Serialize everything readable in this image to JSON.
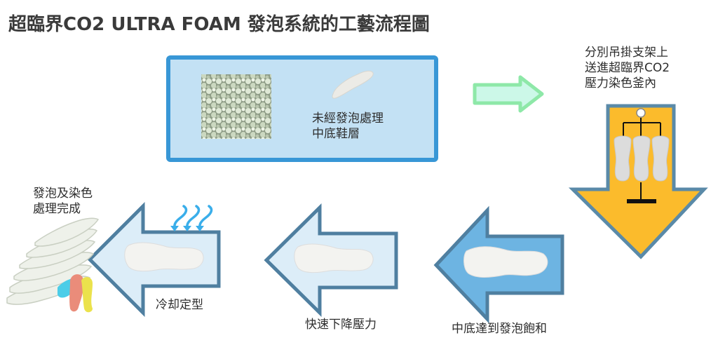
{
  "title": "超臨界CO2 ULTRA FOAM 發泡系統的工藝流程圖",
  "colors": {
    "step1_fill": "#c3e1f4",
    "step1_border": "#3897d6",
    "green_arrow_fill": "#ccf8e8",
    "green_arrow_border": "#8ee8a8",
    "yellow_arrow_fill": "#fbbb2c",
    "yellow_arrow_border": "#5a8aa8",
    "saturation_arrow_fill": "#6db4e2",
    "arrow_border": "#4f7fa0",
    "light_arrow_fill": "#dcedf8",
    "cooling_icon": "#3aaeea"
  },
  "steps": [
    {
      "id": "raw-midsole",
      "label_line1": "未經發泡處理",
      "label_line2": "中底鞋層"
    },
    {
      "id": "hang-in-vessel",
      "label_line1": "分別吊掛支架上",
      "label_line2": "送進超臨界CO2",
      "label_line3": "壓力染色釜內"
    },
    {
      "id": "saturation",
      "label": "中底達到發泡飽和"
    },
    {
      "id": "depressurize",
      "label": "快速下降壓力"
    },
    {
      "id": "cooling",
      "label": "冷却定型"
    },
    {
      "id": "finished",
      "label_line1": "發泡及染色",
      "label_line2": "處理完成"
    }
  ]
}
